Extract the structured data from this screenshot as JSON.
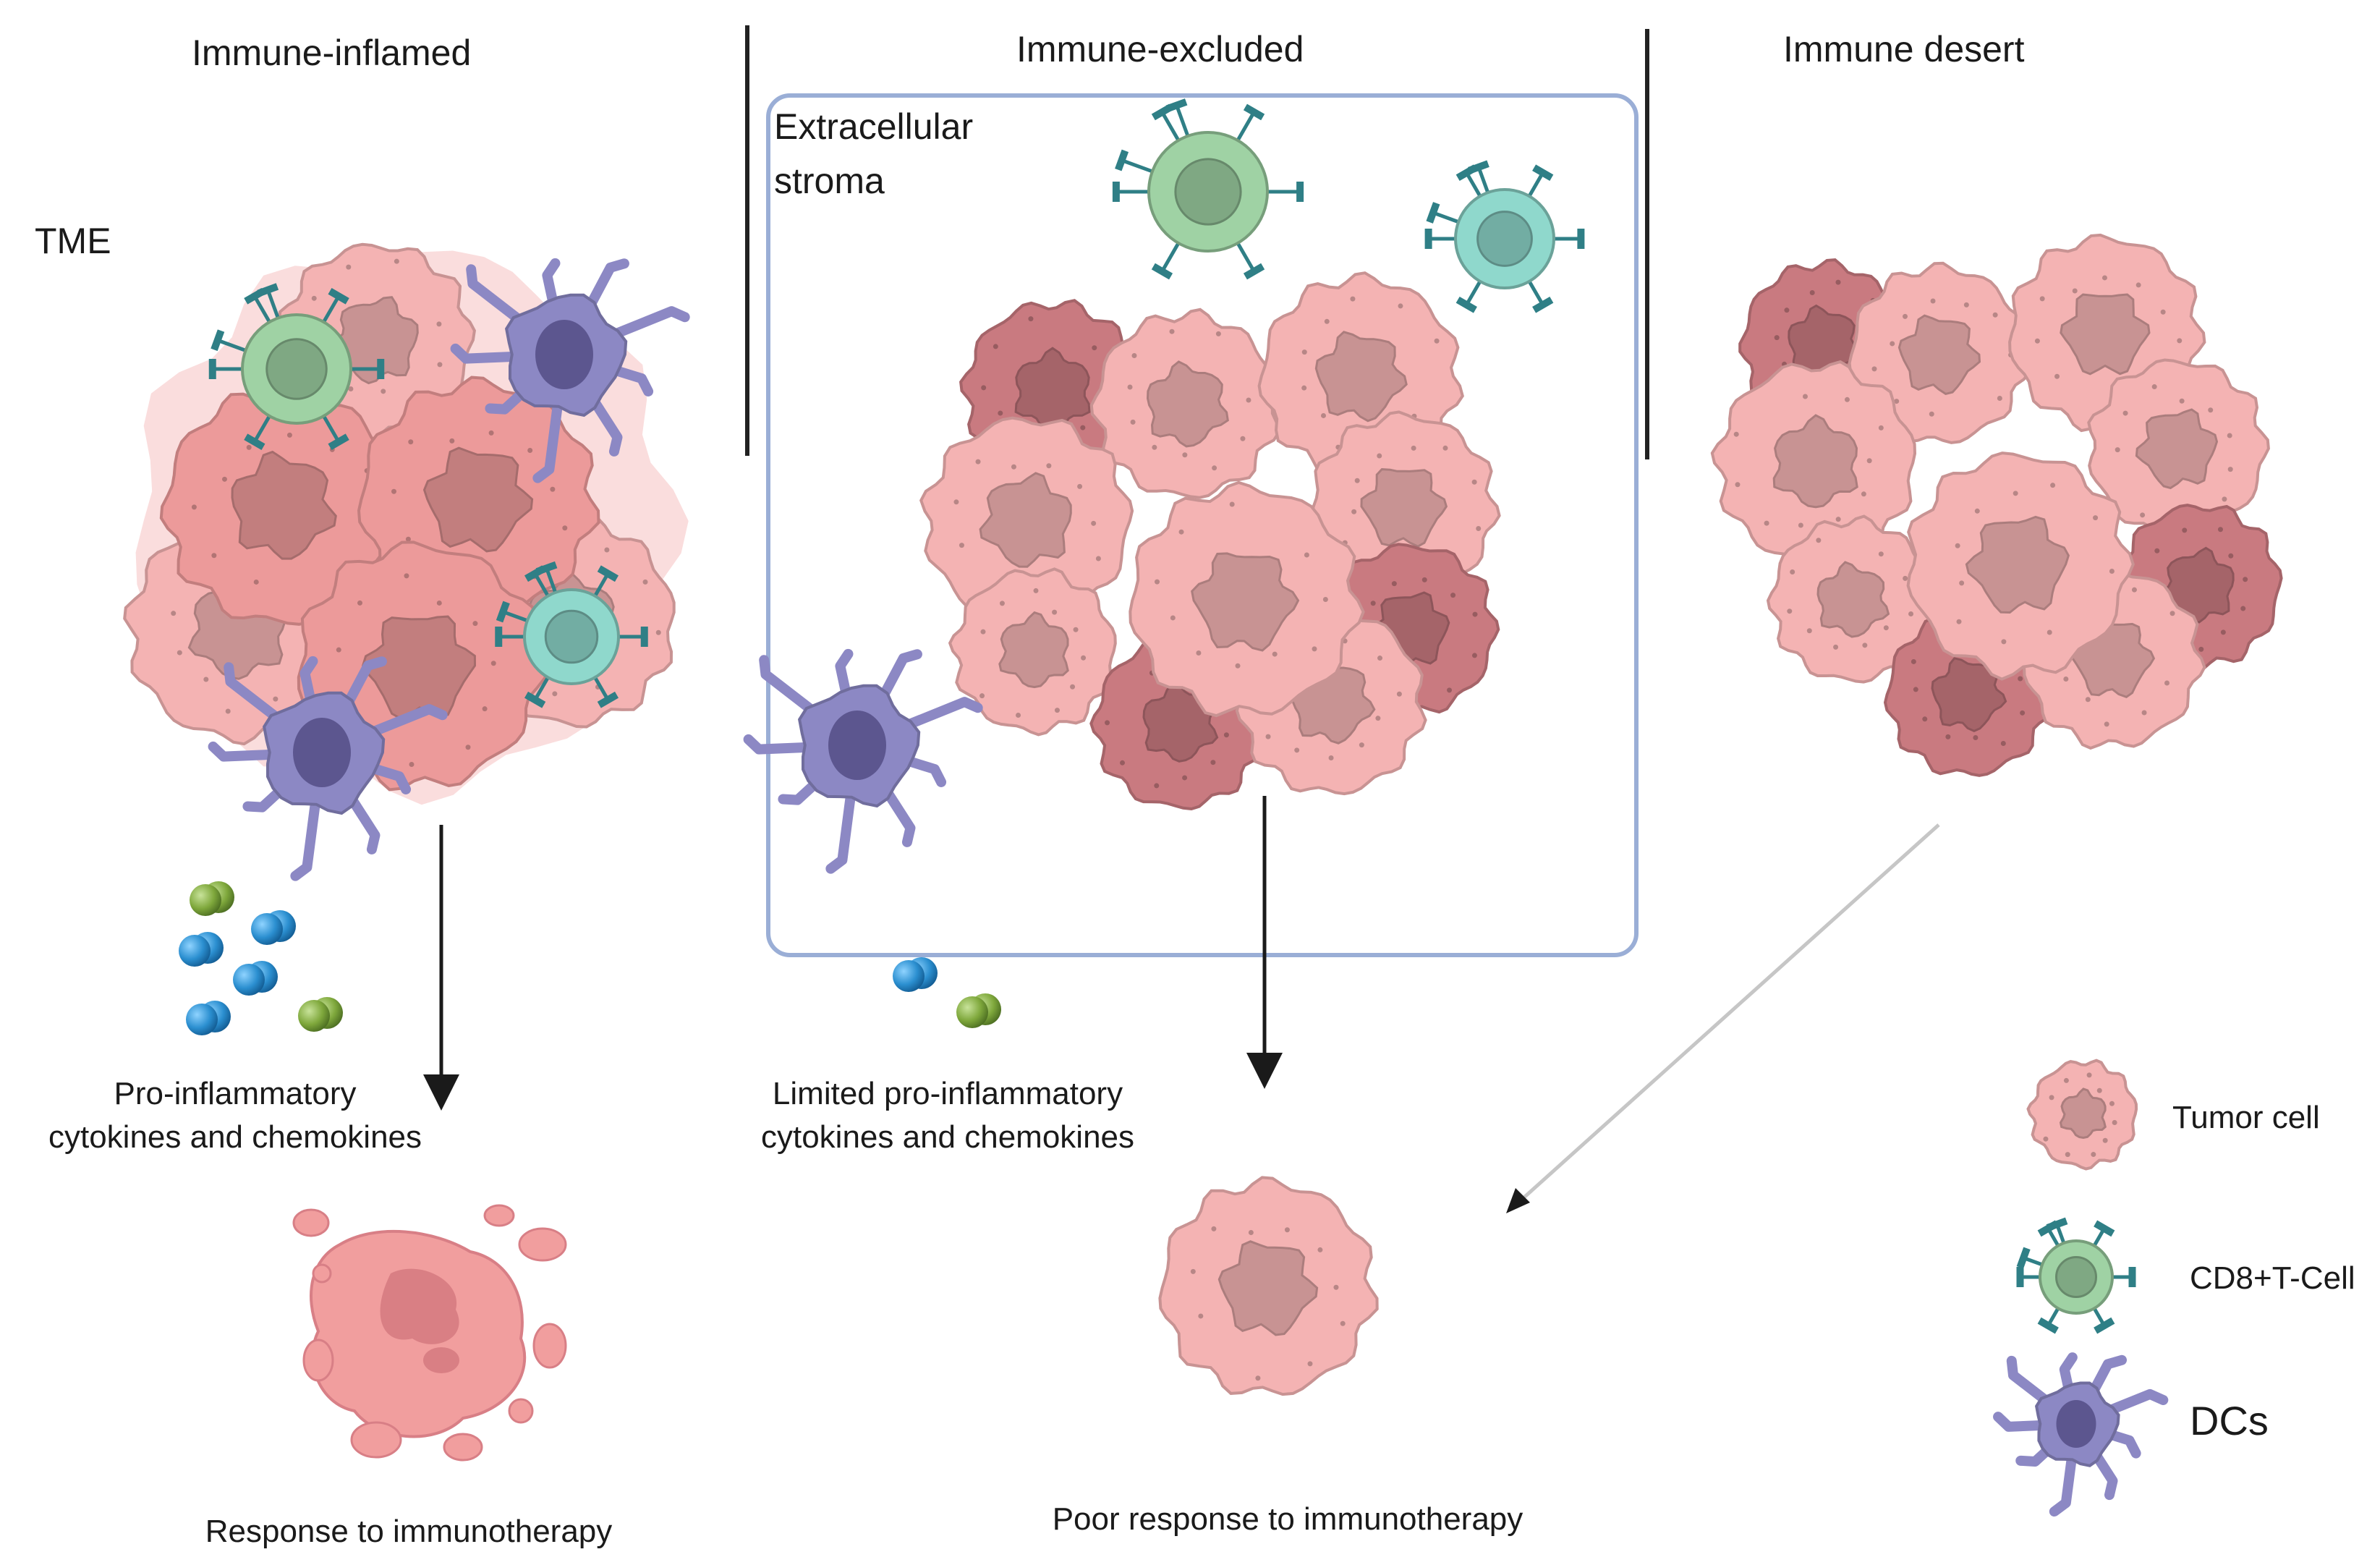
{
  "panels": {
    "inflamed": {
      "title": "Immune-inflamed",
      "tme_label": "TME",
      "cytokines_line1": "Pro-inflammatory",
      "cytokines_line2": "cytokines and chemokines",
      "outcome": "Response to immunotherapy"
    },
    "excluded": {
      "title": "Immune-excluded",
      "stroma_line1": "Extracellular",
      "stroma_line2": "stroma",
      "cytokines_line1": "Limited pro-inflammatory",
      "cytokines_line2": "cytokines and chemokines",
      "outcome": "Poor response to immunotherapy"
    },
    "desert": {
      "title": "Immune desert"
    }
  },
  "legend": {
    "items": [
      {
        "label": "Tumor cell",
        "icon": "tumor-cell-icon"
      },
      {
        "label": "CD8+T-Cell",
        "icon": "cd8-t-cell-icon"
      },
      {
        "label": "DCs",
        "icon": "dendritic-cell-icon"
      }
    ]
  },
  "colors": {
    "tumor_light": "#f4b3b3",
    "tumor_mid": "#ec9a9a",
    "tumor_dark": "#c97a80",
    "tcell_green": "#9fd2a4",
    "tcell_teal": "#8fd8cc",
    "dc_purple": "#8c88c4",
    "stroma_border": "#9aaed6",
    "cytokine_blue": "#2b8fd0",
    "cytokine_green": "#7fa83c"
  }
}
